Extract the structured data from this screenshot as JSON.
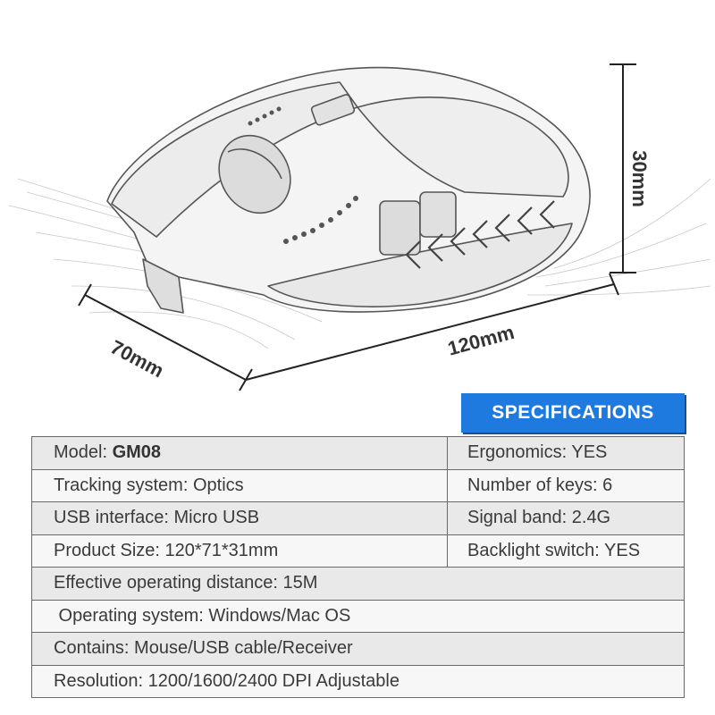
{
  "dimensions": {
    "height": "30mm",
    "width": "70mm",
    "length": "120mm"
  },
  "banner": "SPECIFICATIONS",
  "specs": {
    "model": {
      "label": "Model: ",
      "value": "GM08"
    },
    "ergonomics": "Ergonomics: YES",
    "tracking": "Tracking system: Optics",
    "keys": "Number of keys: 6",
    "usb": "USB interface: Micro USB",
    "signal": "Signal band: 2.4G",
    "size": "Product Size: 120*71*31mm",
    "backlight": "Backlight switch: YES",
    "distance": "Effective operating distance: 15M",
    "os": " Operating system: Windows/Mac OS",
    "contains": "Contains: Mouse/USB cable/Receiver",
    "resolution": "Resolution: 1200/1600/2400 DPI Adjustable"
  }
}
